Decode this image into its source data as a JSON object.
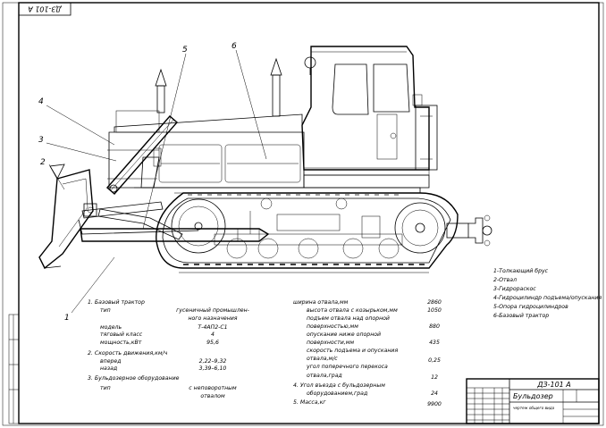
{
  "stamp_code": "ДЗ-101 А",
  "callouts": [
    "1",
    "2",
    "3",
    "4",
    "5",
    "6"
  ],
  "legend": [
    "1-Толкающий брус",
    "2-Отвал",
    "3-Гидрораскос",
    "4-Гидроцилиндр подъема/опускания",
    "5-Опора гидроцилиндров",
    "6-Базовый трактор"
  ],
  "specs_left": [
    {
      "label": "1. Базовый трактор",
      "value": ""
    },
    {
      "label": "тип",
      "value": "гусеничный промышлен-"
    },
    {
      "label": "",
      "value": "ного назначения"
    },
    {
      "label": "модель",
      "value": "Т-4АП2-С1"
    },
    {
      "label": "тяговый класс",
      "value": "4"
    },
    {
      "label": "мощность,кВт",
      "value": "95,6"
    },
    {
      "label": "2. Скорость движения,км/ч",
      "value": ""
    },
    {
      "label": "вперед",
      "value": "2,22–9,32"
    },
    {
      "label": "назад",
      "value": "3,39–6,10"
    },
    {
      "label": "3. Бульдозерное оборудование",
      "value": ""
    },
    {
      "label": "тип",
      "value": "с неповоротным"
    },
    {
      "label": "",
      "value": "отвалом"
    }
  ],
  "specs_right": [
    {
      "label": "ширина отвала,мм",
      "value": "2860"
    },
    {
      "label": "высота отвала с козырьком,мм",
      "value": "1050"
    },
    {
      "label": "подъем отвала над опорной",
      "value": ""
    },
    {
      "label": "поверхностью,мм",
      "value": "880"
    },
    {
      "label": "опускание ниже опорной",
      "value": ""
    },
    {
      "label": "поверхности,мм",
      "value": "435"
    },
    {
      "label": "скорость подъема и опускания",
      "value": ""
    },
    {
      "label": "отвала,м/с",
      "value": "0,25"
    },
    {
      "label": "угол поперечного перекоса",
      "value": ""
    },
    {
      "label": "отвала,град",
      "value": "12"
    },
    {
      "label": "4. Угол въезда с бульдозерным",
      "value": ""
    },
    {
      "label": "оборудованием,град",
      "value": "24"
    },
    {
      "label": "5. Масса,кг",
      "value": "9900"
    }
  ],
  "title_block": {
    "code": "ДЗ-101 А",
    "name": "Бульдозер",
    "subtitle": "чертеж общего вида"
  }
}
